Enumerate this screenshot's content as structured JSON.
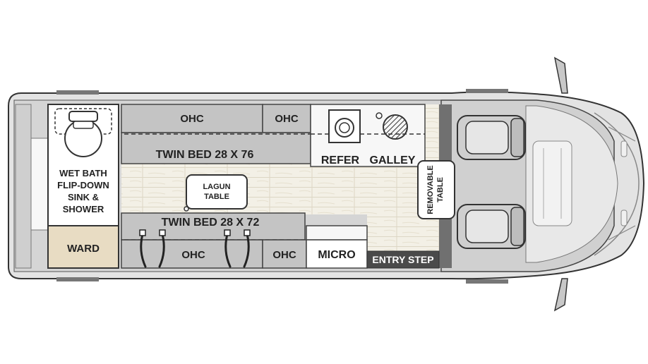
{
  "rooms": {
    "wet_bath": [
      "WET BATH",
      "FLIP-DOWN",
      "SINK &",
      "SHOWER"
    ],
    "wardrobe": "WARD",
    "ohc_top_left": "OHC",
    "ohc_top_right": "OHC",
    "ohc_bottom_left": "OHC",
    "ohc_bottom_right": "OHC",
    "bed_top": "TWIN BED 28 X 76",
    "bed_bottom": "TWIN BED 28 X 72",
    "lagun_table": [
      "LAGUN",
      "TABLE"
    ],
    "refrigerator": "REFER",
    "galley": "GALLEY",
    "microwave": "MICRO",
    "entry_step": "ENTRY STEP",
    "removable_table": [
      "REMOVABLE",
      "TABLE"
    ]
  },
  "colors": {
    "cabinet_gray": "#c4c4c4",
    "wall_gray": "#d9d9d9",
    "floor_wood": "#f2efe4",
    "wardrobe_tan": "#e8dcc3",
    "entry_dark": "#4a4a4a",
    "cab_floor": "#6b6b6b",
    "outline": "#333333"
  }
}
